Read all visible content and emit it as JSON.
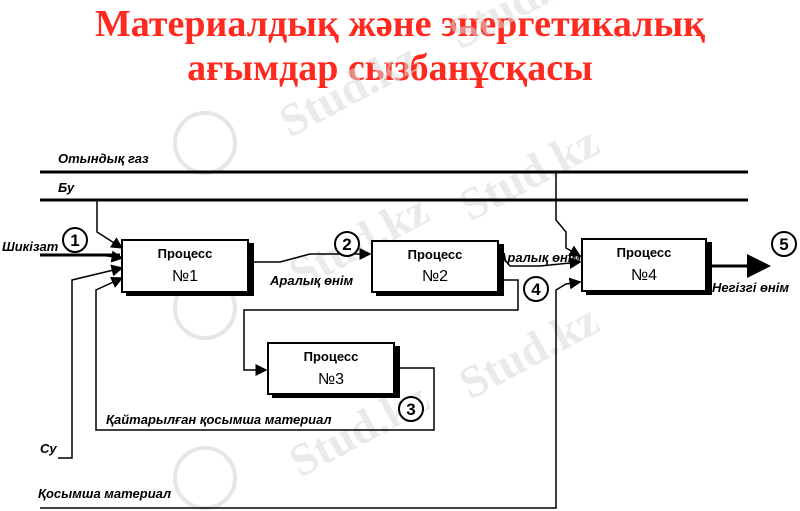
{
  "title": {
    "line1": "Материалдық және энергетикалық",
    "line2": "ағымдар сызбанұсқасы"
  },
  "watermark": "Stud.kz",
  "streams": {
    "hot_gas": "Отындық газ",
    "steam": "Бу",
    "raw": "Шикізат",
    "intermediate1": "Аралық өнім",
    "intermediate2": "Аралық өнім",
    "main_product": "Негізгі өнім",
    "returned": "Қайтарылған қосымша  материал",
    "water": "Су",
    "additional": "Қосымша материал"
  },
  "process_label": "Процесс",
  "processes": [
    {
      "num": "№1"
    },
    {
      "num": "№2"
    },
    {
      "num": "№3"
    },
    {
      "num": "№4"
    }
  ],
  "markers": [
    "1",
    "2",
    "3",
    "4",
    "5"
  ]
}
